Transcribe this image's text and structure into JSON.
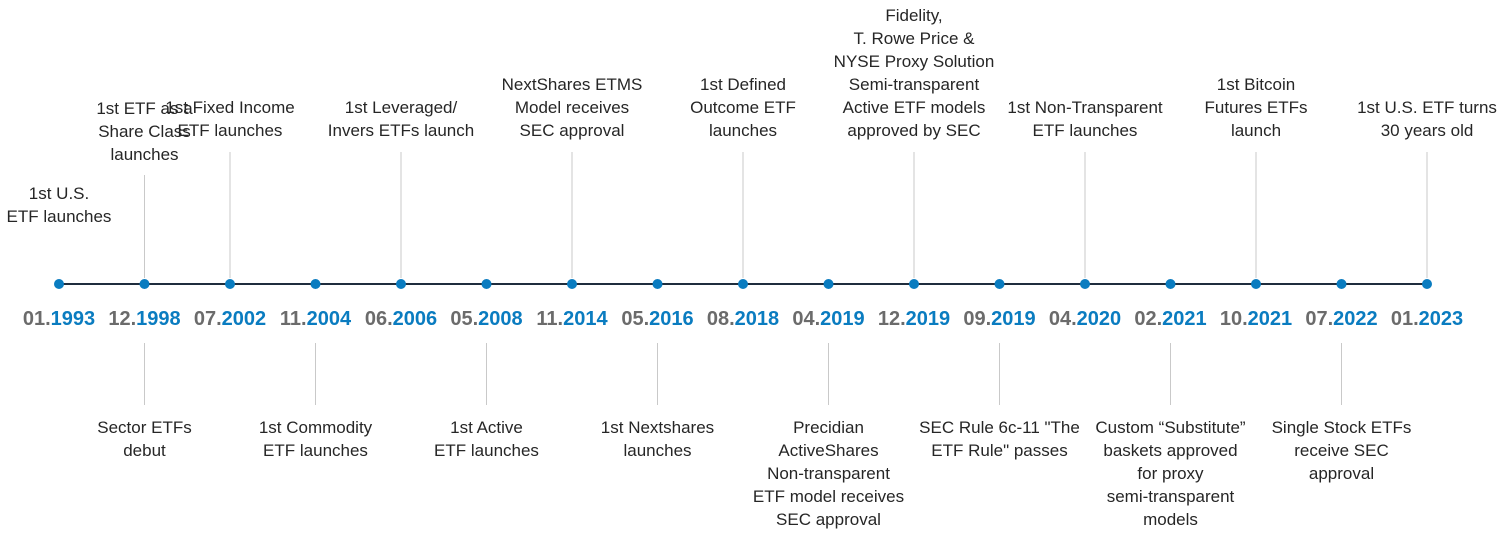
{
  "colors": {
    "accent": "#0a7cc0",
    "month": "#6b6b6b",
    "axis": "#1f2d3d",
    "text": "#262626"
  },
  "events": [
    {
      "month": "01.",
      "year": "1993",
      "side": "above",
      "lines": [
        "1st U.S.",
        "ETF launches"
      ]
    },
    {
      "month": "12.",
      "year": "1998",
      "side": "above",
      "lines": [
        "1st ETF as a",
        "Share Class",
        "launches"
      ]
    },
    {
      "month": "12.",
      "year": "1998",
      "side": "below",
      "lines": [
        "Sector ETFs",
        "debut"
      ]
    },
    {
      "month": "07.",
      "year": "2002",
      "side": "above",
      "lines": [
        "1st Fixed Income",
        "ETF launches"
      ]
    },
    {
      "month": "11.",
      "year": "2004",
      "side": "below",
      "lines": [
        "1st Commodity",
        "ETF launches"
      ]
    },
    {
      "month": "06.",
      "year": "2006",
      "side": "above",
      "lines": [
        "1st Leveraged/",
        "Invers ETFs launch"
      ]
    },
    {
      "month": "05.",
      "year": "2008",
      "side": "below",
      "lines": [
        "1st Active",
        "ETF launches"
      ]
    },
    {
      "month": "11.",
      "year": "2014",
      "side": "above",
      "lines": [
        "NextShares ETMS",
        "Model receives",
        "SEC approval"
      ]
    },
    {
      "month": "05.",
      "year": "2016",
      "side": "below",
      "lines": [
        "1st Nextshares",
        "launches"
      ]
    },
    {
      "month": "08.",
      "year": "2018",
      "side": "above",
      "lines": [
        "1st Defined",
        "Outcome ETF",
        "launches"
      ]
    },
    {
      "month": "04.",
      "year": "2019",
      "side": "below",
      "lines": [
        "Precidian",
        "ActiveShares",
        "Non-transparent",
        "ETF model receives",
        "SEC approval"
      ]
    },
    {
      "month": "12.",
      "year": "2019",
      "side": "above",
      "lines": [
        "Fidelity,",
        "T. Rowe Price &",
        "NYSE Proxy Solution",
        "Semi-transparent",
        "Active ETF models",
        "approved by SEC"
      ]
    },
    {
      "month": "09.",
      "year": "2019",
      "side": "below",
      "lines": [
        "SEC Rule 6c-11 \"The",
        "ETF Rule\" passes"
      ]
    },
    {
      "month": "04.",
      "year": "2020",
      "side": "above",
      "lines": [
        "1st Non-Transparent",
        "ETF launches"
      ]
    },
    {
      "month": "02.",
      "year": "2021",
      "side": "below",
      "lines": [
        "Custom “Substitute”",
        "baskets approved",
        "for proxy",
        "semi-transparent",
        "models"
      ]
    },
    {
      "month": "10.",
      "year": "2021",
      "side": "above",
      "lines": [
        "1st Bitcoin",
        "Futures ETFs",
        "launch"
      ]
    },
    {
      "month": "07.",
      "year": "2022",
      "side": "below",
      "lines": [
        "Single Stock ETFs",
        "receive SEC",
        "approval"
      ]
    },
    {
      "month": "01.",
      "year": "2023",
      "side": "above",
      "lines": [
        "1st U.S. ETF turns",
        "30 years old"
      ]
    }
  ]
}
